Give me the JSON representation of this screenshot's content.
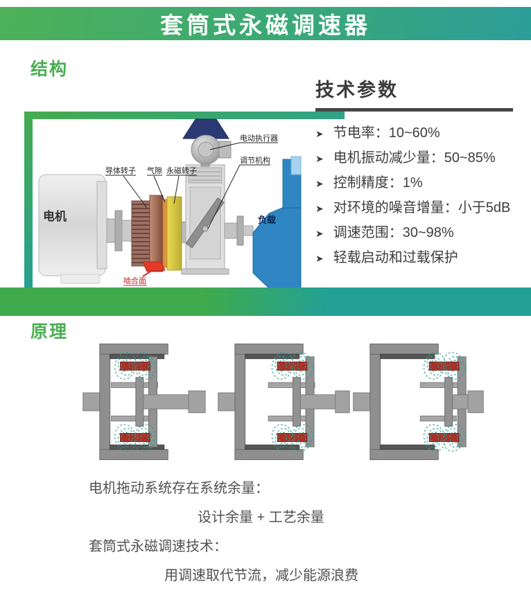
{
  "banner": {
    "title": "套筒式永磁调速器"
  },
  "structure": {
    "heading": "结构",
    "labels": {
      "motor": "电机",
      "load": "负载",
      "conductor_rotor": "导体转子",
      "air_gap": "气隙",
      "pm_rotor": "永磁转子",
      "actuator": "电动执行器",
      "regulator": "调节机构",
      "mesh_face": "啮合面"
    }
  },
  "tech_params": {
    "heading": "技术参数",
    "items": [
      "节电率：10~60%",
      "电机振动减少量：50~85%",
      "控制精度：1%",
      "对环境的噪音增量：小于5dB",
      "调速范围：30~98%",
      "轻载启动和过载保护"
    ]
  },
  "principle": {
    "heading": "原理",
    "notes": [
      {
        "lead": "电机拖动系统存在系统余量：",
        "detail": "设计余量 + 工艺余量"
      },
      {
        "lead": "套筒式永磁调速技术：",
        "detail": "用调速取代节流，减少能源浪费"
      }
    ]
  },
  "colors": {
    "brand_green": "#4aae52",
    "brand_teal": "#2c9e98",
    "text_dark": "#3d3d3d",
    "magnet_red": "#a83228",
    "flux_teal": "#2a9d8f",
    "load_blue": "#2f86c2",
    "mesh_red": "#cc2222"
  }
}
